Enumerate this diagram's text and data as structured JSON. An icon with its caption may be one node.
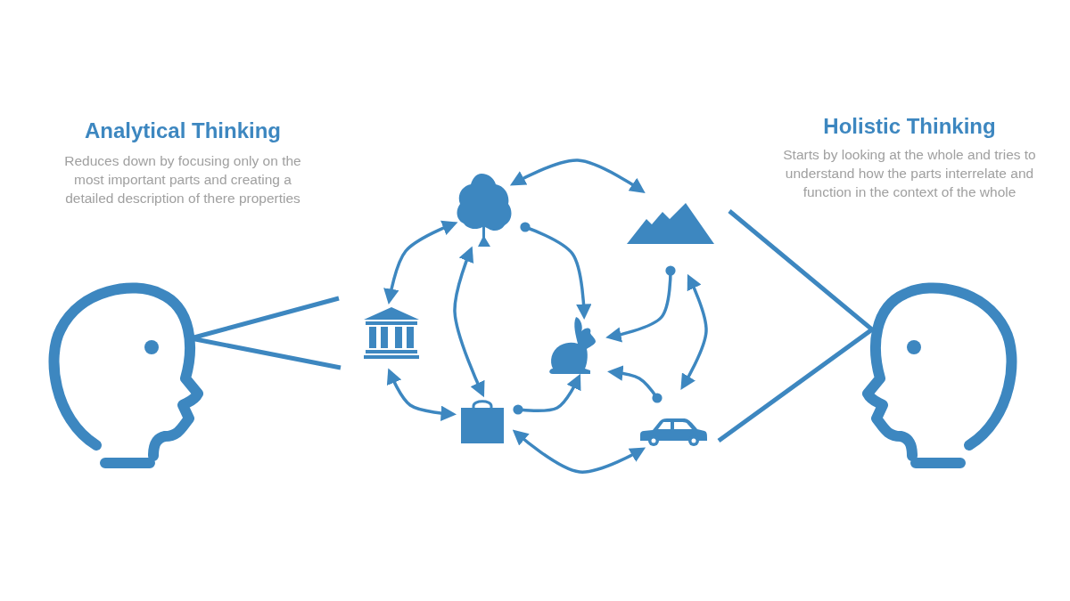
{
  "diagram": {
    "nodes": [
      {
        "text": [],
        "shape": "tree"
      },
      {
        "text": [],
        "shape": "mountain"
      },
      {
        "text": [],
        "shape": "building"
      },
      {
        "text": [],
        "shape": "rabbit"
      },
      {
        "text": [],
        "shape": "bag"
      },
      {
        "text": [],
        "shape": "car"
      }
    ],
    "edges": [
      {
        "from": 0,
        "to": 1,
        "arrow": "both"
      },
      {
        "from": 0,
        "to": 2,
        "arrow": "both"
      },
      {
        "from": 0,
        "to": 4,
        "arrow": "both"
      },
      {
        "from": 0,
        "to": 3,
        "arrow": "to"
      },
      {
        "from": 1,
        "to": 3,
        "arrow": "to"
      },
      {
        "from": 1,
        "to": 5,
        "arrow": "both"
      },
      {
        "from": 5,
        "to": 3,
        "arrow": "to"
      },
      {
        "from": 2,
        "to": 4,
        "arrow": "both"
      },
      {
        "from": 4,
        "to": 3,
        "arrow": "to"
      },
      {
        "from": 4,
        "to": 5,
        "arrow": "both"
      }
    ],
    "labels": [
      "Analytical Thinking",
      "Reduces down by focusing only on the most important parts and creating a detailed description of there properties",
      "Holistic Thinking",
      "Starts by looking at the whole and tries to understand how the parts interrelate and function in the context of the whole"
    ]
  }
}
